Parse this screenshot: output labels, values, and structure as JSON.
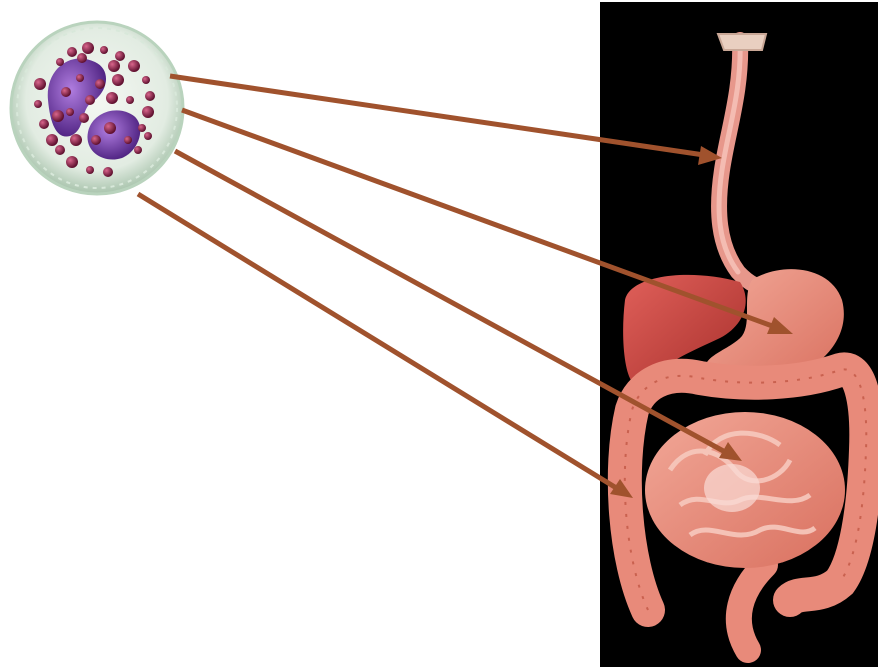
{
  "figure": {
    "cell": {
      "name": "eosinophil-illustration"
    },
    "organ": {
      "name": "digestive-tract-illustration"
    },
    "arrows": [
      {
        "target": "esophagus"
      },
      {
        "target": "stomach"
      },
      {
        "target": "small-intestine"
      },
      {
        "target": "large-intestine"
      }
    ]
  },
  "colors": {
    "arrow": "#a0522d",
    "panel": "#000000",
    "tissue": "#e9877a",
    "tissue_light": "#f4b2a6",
    "liver": "#c9473f",
    "cell_membrane": "#cfe3d4",
    "granule": "#8a1f47",
    "nucleus": "#6a2fa0"
  }
}
